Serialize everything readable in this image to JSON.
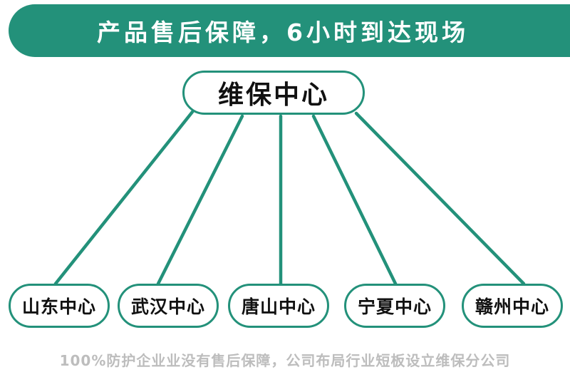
{
  "banner": {
    "title": "产品售后保障，6小时到达现场"
  },
  "diagram": {
    "root": {
      "label": "维保中心"
    },
    "branches": [
      {
        "label": "山东中心"
      },
      {
        "label": "武汉中心"
      },
      {
        "label": "唐山中心"
      },
      {
        "label": "宁夏中心"
      },
      {
        "label": "赣州中心"
      }
    ]
  },
  "footer": {
    "text": "100%防护企业业没有售后保障，公司布局行业短板设立维保分公司"
  },
  "colors": {
    "accent": "#23917a",
    "footer_text": "#bdbdbd"
  }
}
